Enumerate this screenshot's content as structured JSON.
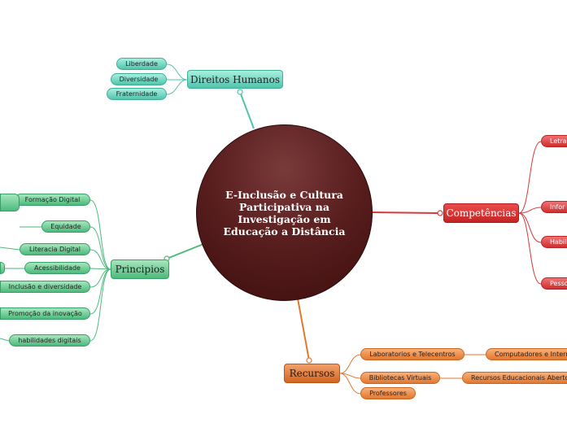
{
  "center": {
    "title": "E-Inclusão e Cultura\nParticipativa na\nInvestigação em\nEducação a Distância"
  },
  "branches": {
    "direitos": {
      "label": "Direitos Humanos",
      "children": [
        "Liberdade",
        "Diversidade",
        "Fraternidade"
      ]
    },
    "principios": {
      "label": "Principios",
      "children": [
        "Formação Digital",
        "Equidade",
        "Literacia Digital",
        "Acessibilidade",
        "Inclusão e diversidade",
        "Promoção da inovação",
        "habilidades digitais"
      ]
    },
    "competencias": {
      "label": "Competências",
      "children": [
        "Letra",
        "Infor",
        "Habil",
        "Pesso"
      ]
    },
    "recursos": {
      "label": "Recursos",
      "children": [
        "Laboratorios e Telecentros",
        "Bibliotecas Virtuais",
        "Professores"
      ],
      "grandchildren": [
        "Computadores e Internet",
        "Recursos Educacionais Abertos"
      ]
    }
  },
  "colors": {
    "teal": "#52c4ac",
    "green": "#4dba7c",
    "red": "#d63a3a",
    "orange": "#e27830",
    "center": "#4a1414"
  }
}
